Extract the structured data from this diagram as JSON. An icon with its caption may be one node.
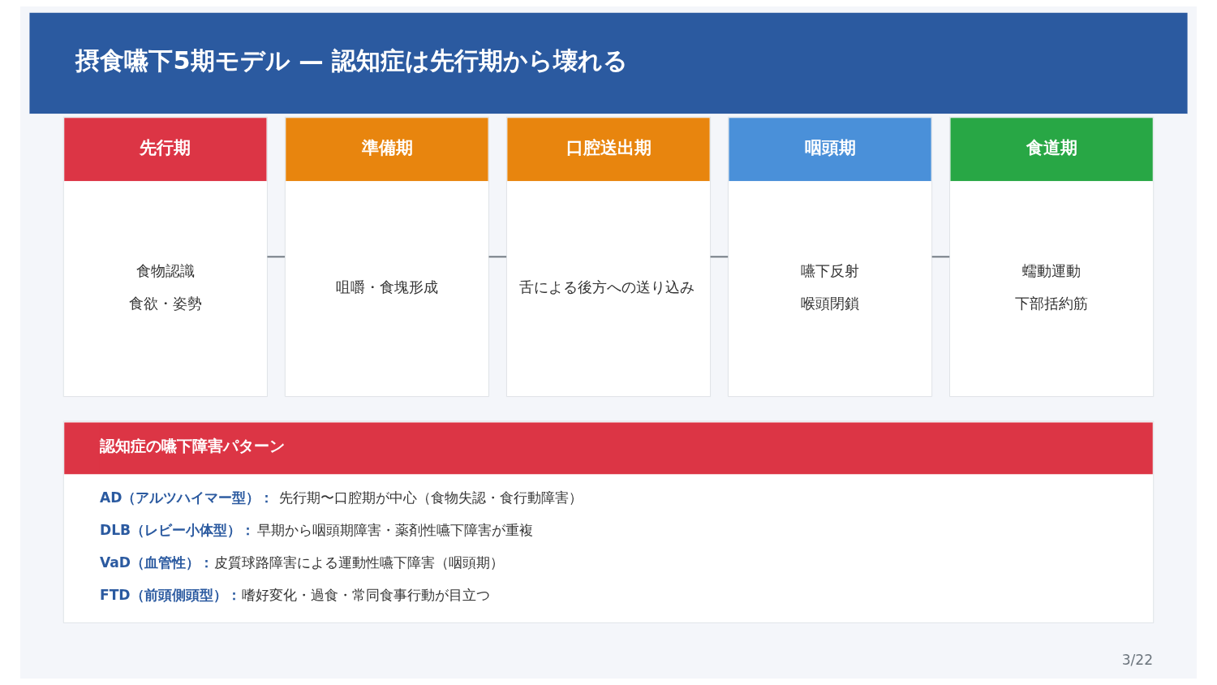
{
  "diagram": {
    "title": "摂食嚥下5期モデル — 認知症は先行期から壊れる",
    "nodes": [
      {
        "text": [
          "先行期",
          "食物認識",
          "食欲・姿勢"
        ]
      },
      {
        "text": [
          "準備期",
          "咀嚼・食塊形成"
        ]
      },
      {
        "text": [
          "口腔送出期",
          "舌による後方への送り込み"
        ]
      },
      {
        "text": [
          "咽頭期",
          "嚥下反射",
          "喉頭閉鎖"
        ]
      },
      {
        "text": [
          "食道期",
          "蠕動運動",
          "下部括約筋"
        ]
      },
      {
        "text": [
          "認知症の嚥下障害パターン",
          "**AD（アルツハイマー型）：**先行期〜口腔期が中心（食物失認・食行動障害）",
          "**DLB（レビー小体型）：**早期から咽頭期障害・薬剤性嚥下障害が重複",
          "**VaD（血管性）：**皮質球路障害による運動性嚥下障害（咽頭期）",
          "**FTD（前頭側頭型）：**嗜好変化・過食・常同食事行動が目立つ"
        ]
      }
    ],
    "edges": [
      {
        "from": 0,
        "to": 1,
        "arrow": "none"
      },
      {
        "from": 1,
        "to": 2,
        "arrow": "none"
      },
      {
        "from": 2,
        "to": 3,
        "arrow": "none"
      },
      {
        "from": 3,
        "to": 4,
        "arrow": "none"
      }
    ],
    "labels": [
      "3/22"
    ]
  }
}
